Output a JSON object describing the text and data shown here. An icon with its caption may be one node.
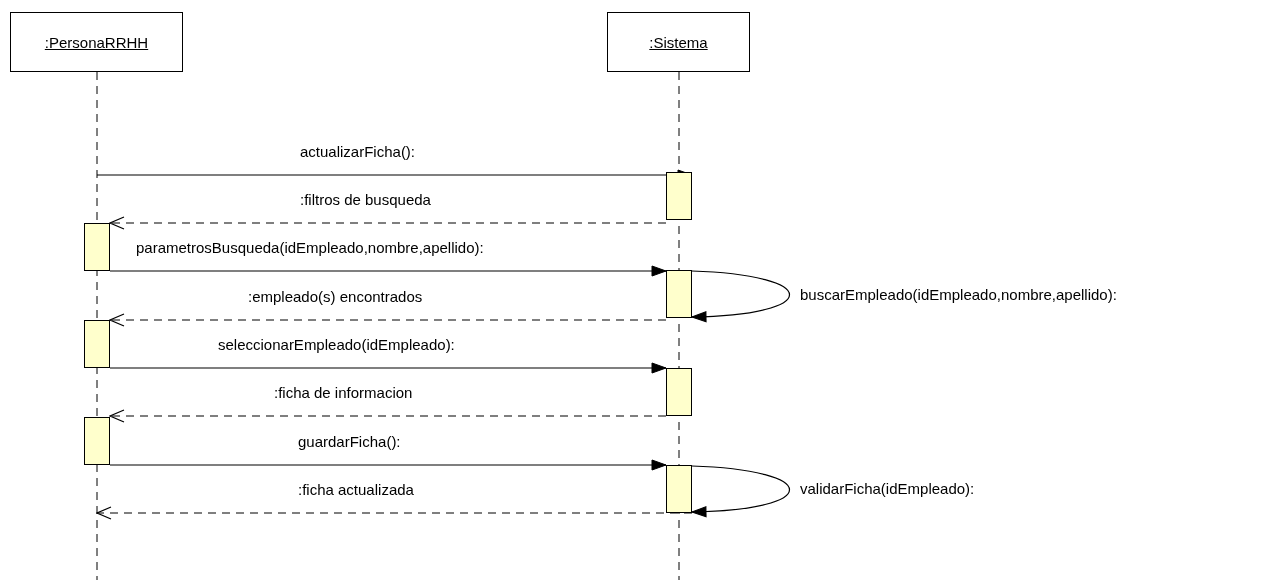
{
  "diagram": {
    "nodes": [
      {
        "text": [
          ":PersonaRRHH"
        ]
      },
      {
        "text": [
          ":Sistema"
        ]
      },
      {
        "text": [],
        "shape": "bar"
      },
      {
        "text": [],
        "shape": "bar"
      },
      {
        "text": [],
        "shape": "bar"
      },
      {
        "text": [],
        "shape": "bar"
      },
      {
        "text": [],
        "shape": "bar"
      },
      {
        "text": [],
        "shape": "bar"
      },
      {
        "text": [],
        "shape": "bar"
      }
    ],
    "edges": [
      {
        "from": null,
        "to": 2,
        "arrow": "to",
        "label": "actualizarFicha():"
      },
      {
        "from": 2,
        "to": 3,
        "arrow": "to",
        "label": ":filtros de busqueda",
        "style": "dashed"
      },
      {
        "from": 3,
        "to": 4,
        "arrow": "to",
        "label": "parametrosBusqueda(idEmpleado,nombre,apellido):"
      },
      {
        "from": 4,
        "to": 4,
        "arrow": "to",
        "label": "buscarEmpleado(idEmpleado,nombre,apellido):"
      },
      {
        "from": 4,
        "to": 5,
        "arrow": "to",
        "label": ":empleado(s) encontrados",
        "style": "dashed"
      },
      {
        "from": 5,
        "to": 6,
        "arrow": "to",
        "label": "seleccionarEmpleado(idEmpleado):"
      },
      {
        "from": 6,
        "to": 7,
        "arrow": "to",
        "label": ":ficha de informacion",
        "style": "dashed"
      },
      {
        "from": 7,
        "to": 8,
        "arrow": "to",
        "label": "guardarFicha():"
      },
      {
        "from": 8,
        "to": 8,
        "arrow": "to",
        "label": "validarFicha(idEmpleado):"
      },
      {
        "from": 8,
        "to": null,
        "arrow": "to",
        "label": ":ficha actualizada",
        "style": "dashed"
      }
    ]
  }
}
